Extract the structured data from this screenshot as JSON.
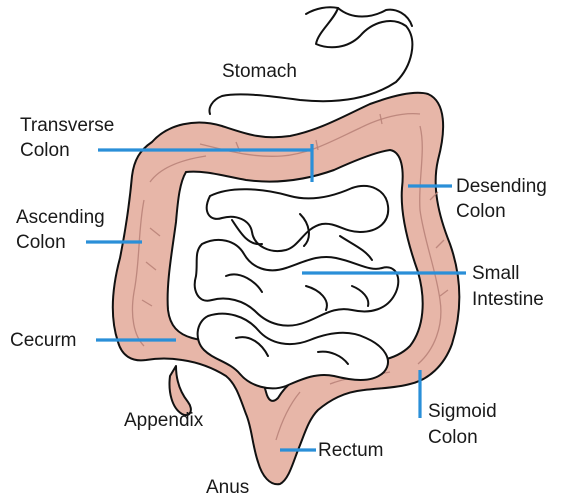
{
  "labels": {
    "stomach": "Stomach",
    "transverse_1": "Transverse",
    "transverse_2": "Colon",
    "ascending_1": "Ascending",
    "ascending_2": "Colon",
    "cecum": "Cecurm",
    "appendix": "Appendix",
    "anus": "Anus",
    "rectum": "Rectum",
    "sigmoid_1": "Sigmoid",
    "sigmoid_2": "Colon",
    "small_1": "Small",
    "small_2": "Intestine",
    "descending_1": "Desending",
    "descending_2": "Colon"
  },
  "colors": {
    "colon_fill": "#e7b6a8",
    "leader_line": "#2a8fd8",
    "outline": "#111111"
  }
}
